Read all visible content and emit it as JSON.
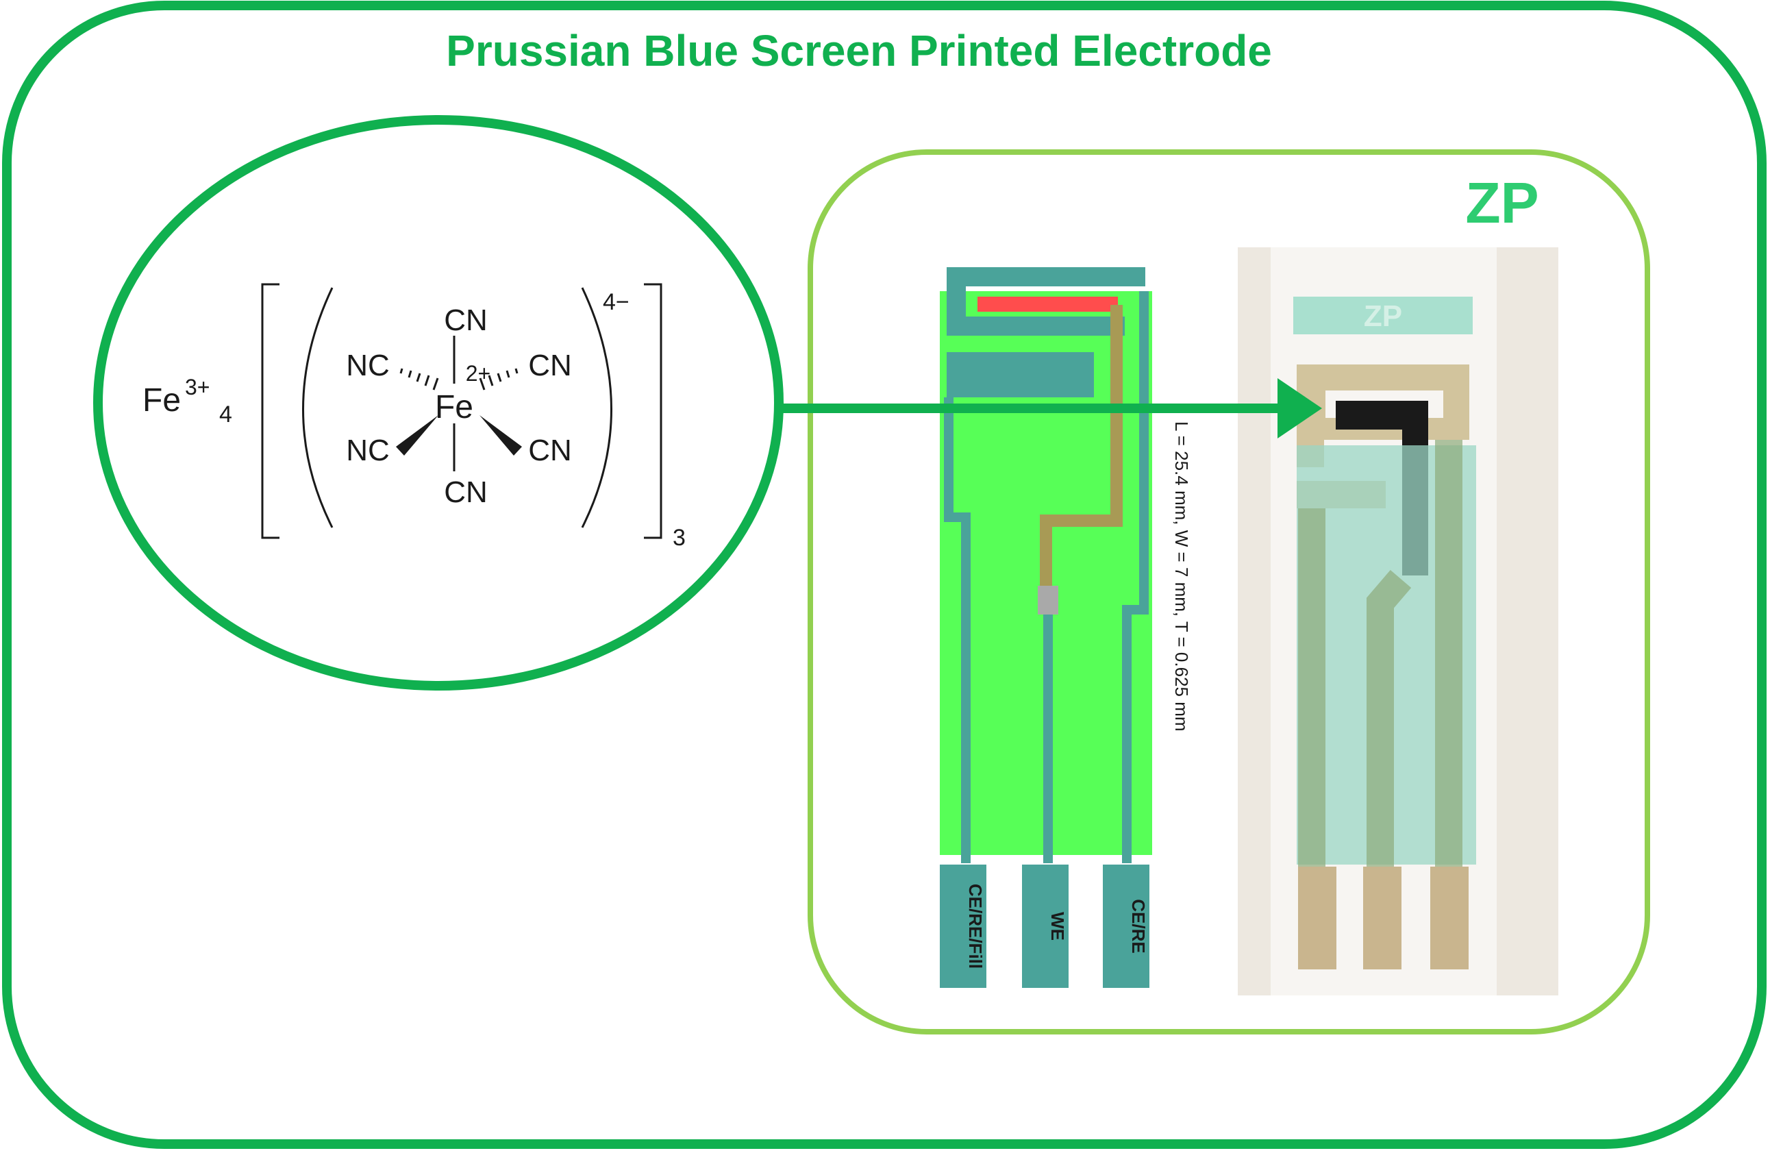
{
  "title": "Prussian Blue Screen Printed Electrode",
  "formula": {
    "cation": "Fe",
    "cation_charge": "3+",
    "cation_count": "4",
    "center": "Fe",
    "center_charge": "2+",
    "ligand_right": "CN",
    "ligand_left": "NC",
    "complex_charge": "4−",
    "complex_count": "3"
  },
  "schematic": {
    "dimensions": "L = 25.4 mm, W = 7 mm, T = 0.625 mm",
    "pads": [
      "CE/RE/Fill",
      "WE",
      "CE/RE"
    ]
  },
  "logo": "ZP",
  "colors": {
    "frame": "#10b04f",
    "inner_frame": "#92d050",
    "teal": "#4aa39a",
    "green_fill": "#57ff57",
    "red": "#ff4d4d",
    "brown": "#a89a55"
  }
}
